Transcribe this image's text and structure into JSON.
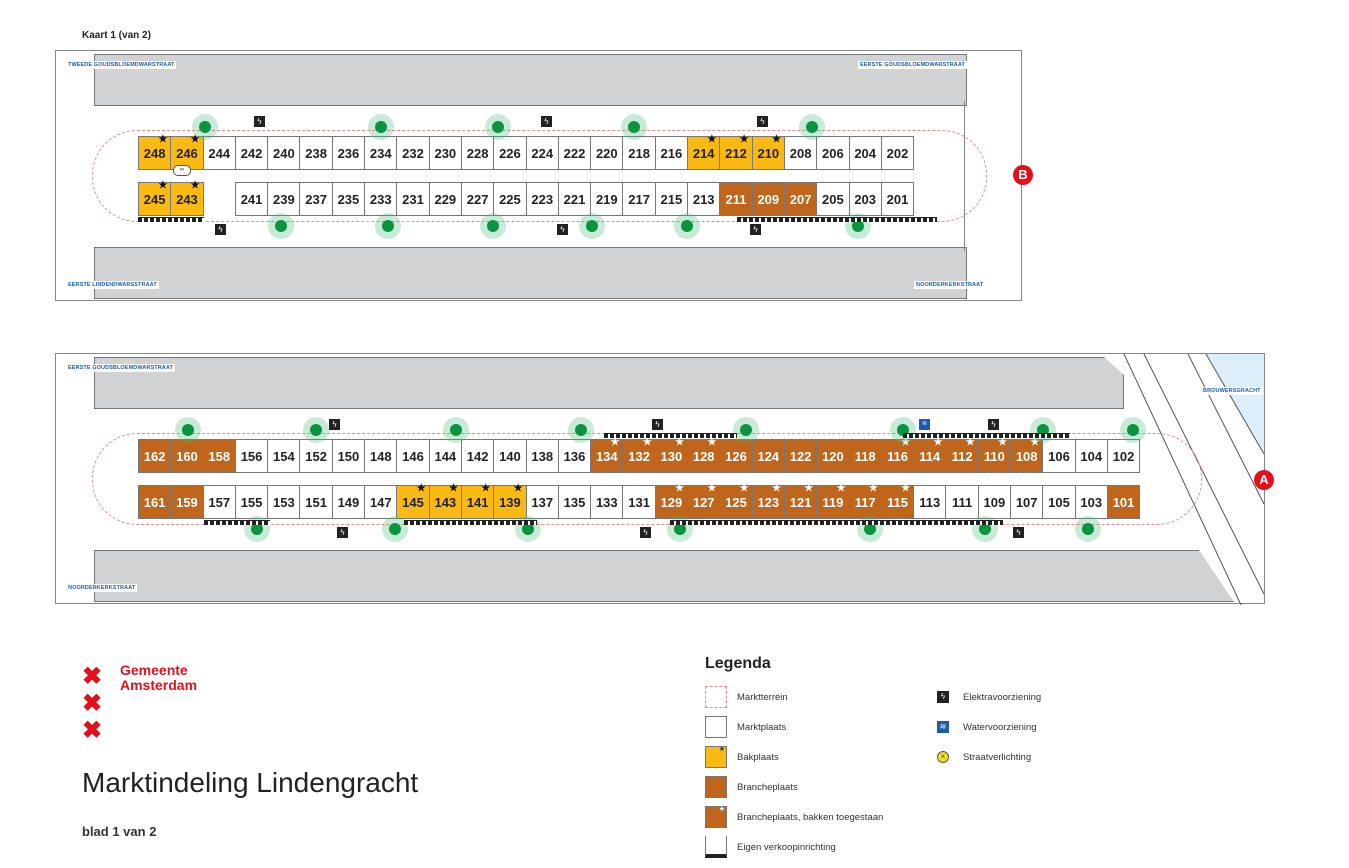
{
  "map1": {
    "title": "Kaart 1 (van 2)",
    "streets": {
      "top_left": "TWEEDE GOUDSBLOEMDWARSTRAAT",
      "top_right": "EERSTE GOUDSBLOEMDWARSTRAAT",
      "bottom_left": "EERSTE  LINDENDWARSSTRAAT",
      "bottom_right": "NOORDERKERKSTRAAT"
    },
    "marker": "B",
    "top_row": [
      {
        "n": "248",
        "t": "bak"
      },
      {
        "n": "246",
        "t": "bak"
      },
      {
        "n": "244",
        "t": "m"
      },
      {
        "n": "242",
        "t": "m"
      },
      {
        "n": "240",
        "t": "m"
      },
      {
        "n": "238",
        "t": "m"
      },
      {
        "n": "236",
        "t": "m"
      },
      {
        "n": "234",
        "t": "m"
      },
      {
        "n": "232",
        "t": "m"
      },
      {
        "n": "230",
        "t": "m"
      },
      {
        "n": "228",
        "t": "m"
      },
      {
        "n": "226",
        "t": "m"
      },
      {
        "n": "224",
        "t": "m"
      },
      {
        "n": "222",
        "t": "m"
      },
      {
        "n": "220",
        "t": "m"
      },
      {
        "n": "218",
        "t": "m"
      },
      {
        "n": "216",
        "t": "m"
      },
      {
        "n": "214",
        "t": "bak"
      },
      {
        "n": "212",
        "t": "bak"
      },
      {
        "n": "210",
        "t": "bak"
      },
      {
        "n": "208",
        "t": "m"
      },
      {
        "n": "206",
        "t": "m"
      },
      {
        "n": "204",
        "t": "m"
      },
      {
        "n": "202",
        "t": "m"
      }
    ],
    "bottom_row": [
      {
        "n": "245",
        "t": "bak"
      },
      {
        "n": "243",
        "t": "bak"
      },
      {
        "n": "",
        "t": "gap"
      },
      {
        "n": "241",
        "t": "m"
      },
      {
        "n": "239",
        "t": "m"
      },
      {
        "n": "237",
        "t": "m"
      },
      {
        "n": "235",
        "t": "m"
      },
      {
        "n": "233",
        "t": "m"
      },
      {
        "n": "231",
        "t": "m"
      },
      {
        "n": "229",
        "t": "m"
      },
      {
        "n": "227",
        "t": "m"
      },
      {
        "n": "225",
        "t": "m"
      },
      {
        "n": "223",
        "t": "m"
      },
      {
        "n": "221",
        "t": "m"
      },
      {
        "n": "219",
        "t": "m"
      },
      {
        "n": "217",
        "t": "m"
      },
      {
        "n": "215",
        "t": "m"
      },
      {
        "n": "213",
        "t": "m"
      },
      {
        "n": "211",
        "t": "br"
      },
      {
        "n": "209",
        "t": "br"
      },
      {
        "n": "207",
        "t": "br"
      },
      {
        "n": "205",
        "t": "m"
      },
      {
        "n": "203",
        "t": "m"
      },
      {
        "n": "201",
        "t": "m"
      }
    ]
  },
  "map2": {
    "streets": {
      "top_left": "EERSTE GOUDSBLOEMDWARSTRAAT",
      "top_right": "BROUWERSGRACHT",
      "bottom_left": "NOORDERKERKSTRAAT"
    },
    "marker": "A",
    "top_row": [
      {
        "n": "162",
        "t": "br"
      },
      {
        "n": "160",
        "t": "br"
      },
      {
        "n": "158",
        "t": "br"
      },
      {
        "n": "156",
        "t": "m"
      },
      {
        "n": "154",
        "t": "m"
      },
      {
        "n": "152",
        "t": "m"
      },
      {
        "n": "150",
        "t": "m"
      },
      {
        "n": "148",
        "t": "m"
      },
      {
        "n": "146",
        "t": "m"
      },
      {
        "n": "144",
        "t": "m"
      },
      {
        "n": "142",
        "t": "m"
      },
      {
        "n": "140",
        "t": "m"
      },
      {
        "n": "138",
        "t": "m"
      },
      {
        "n": "136",
        "t": "m"
      },
      {
        "n": "134",
        "t": "brs"
      },
      {
        "n": "132",
        "t": "brs"
      },
      {
        "n": "130",
        "t": "brs"
      },
      {
        "n": "128",
        "t": "brs"
      },
      {
        "n": "126",
        "t": "br"
      },
      {
        "n": "124",
        "t": "br"
      },
      {
        "n": "122",
        "t": "br"
      },
      {
        "n": "120",
        "t": "br"
      },
      {
        "n": "118",
        "t": "br"
      },
      {
        "n": "116",
        "t": "brs"
      },
      {
        "n": "114",
        "t": "brs"
      },
      {
        "n": "112",
        "t": "brs"
      },
      {
        "n": "110",
        "t": "brs"
      },
      {
        "n": "108",
        "t": "brs"
      },
      {
        "n": "106",
        "t": "m"
      },
      {
        "n": "104",
        "t": "m"
      },
      {
        "n": "102",
        "t": "m"
      }
    ],
    "bottom_row": [
      {
        "n": "161",
        "t": "br"
      },
      {
        "n": "159",
        "t": "br"
      },
      {
        "n": "157",
        "t": "m"
      },
      {
        "n": "155",
        "t": "m"
      },
      {
        "n": "153",
        "t": "m"
      },
      {
        "n": "151",
        "t": "m"
      },
      {
        "n": "149",
        "t": "m"
      },
      {
        "n": "147",
        "t": "m"
      },
      {
        "n": "145",
        "t": "bak"
      },
      {
        "n": "143",
        "t": "bak"
      },
      {
        "n": "141",
        "t": "bak"
      },
      {
        "n": "139",
        "t": "bak"
      },
      {
        "n": "137",
        "t": "m"
      },
      {
        "n": "135",
        "t": "m"
      },
      {
        "n": "133",
        "t": "m"
      },
      {
        "n": "131",
        "t": "m"
      },
      {
        "n": "129",
        "t": "brs"
      },
      {
        "n": "127",
        "t": "brs"
      },
      {
        "n": "125",
        "t": "brs"
      },
      {
        "n": "123",
        "t": "brs"
      },
      {
        "n": "121",
        "t": "brs"
      },
      {
        "n": "119",
        "t": "brs"
      },
      {
        "n": "117",
        "t": "brs"
      },
      {
        "n": "115",
        "t": "brs"
      },
      {
        "n": "113",
        "t": "m"
      },
      {
        "n": "111",
        "t": "m"
      },
      {
        "n": "109",
        "t": "m"
      },
      {
        "n": "107",
        "t": "m"
      },
      {
        "n": "105",
        "t": "m"
      },
      {
        "n": "103",
        "t": "m"
      },
      {
        "n": "101",
        "t": "br"
      }
    ]
  },
  "branding": {
    "org_line1": "Gemeente",
    "org_line2": "Amsterdam",
    "logo_glyph": "✖",
    "title": "Marktindeling Lindengracht",
    "sheet": "blad 1 van 2"
  },
  "legend": {
    "title": "Legenda",
    "items": [
      {
        "label": "Marktterrein",
        "icon": "dashed-red-square"
      },
      {
        "label": "Marktplaats",
        "icon": "white-square"
      },
      {
        "label": "Bakplaats",
        "icon": "yellow-square-star"
      },
      {
        "label": "Brancheplaats",
        "icon": "orange-square"
      },
      {
        "label": "Brancheplaats, bakken toegestaan",
        "icon": "orange-square-white-star"
      },
      {
        "label": "Eigen verkoopinrichting",
        "icon": "dotted-bar"
      },
      {
        "label": "Elektravoorziening",
        "icon": "lightning-icon"
      },
      {
        "label": "Watervoorziening",
        "icon": "water-icon"
      },
      {
        "label": "Straatverlichting",
        "icon": "streetlight-icon"
      }
    ]
  },
  "colors": {
    "bakplaats": "#fbb913",
    "brancheplaats": "#c0651c",
    "building": "#d1d2d4",
    "street_label": "#1f5fae",
    "brand_red": "#e3101b",
    "light_green": "#0a9440",
    "water_blue": "#1d5bb0"
  }
}
